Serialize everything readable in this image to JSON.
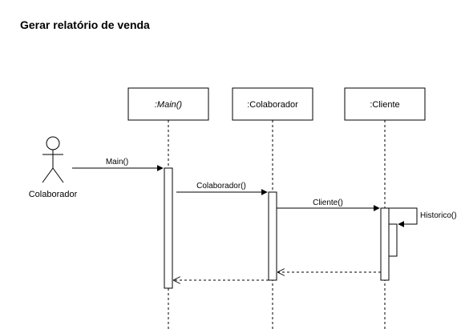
{
  "diagram": {
    "title": "Gerar relatório de venda",
    "actor": {
      "label": "Colaborador"
    },
    "lifelines": [
      {
        "id": "main",
        "label": ":Main()",
        "italic_part": "Main()"
      },
      {
        "id": "colaborador",
        "label": ":Colaborador"
      },
      {
        "id": "cliente",
        "label": ":Cliente"
      }
    ],
    "messages": [
      {
        "id": "m1",
        "label": "Main()",
        "from": "actor",
        "to": "main",
        "kind": "sync"
      },
      {
        "id": "m2",
        "label": "Colaborador()",
        "from": "main",
        "to": "colaborador",
        "kind": "sync"
      },
      {
        "id": "m3",
        "label": "Cliente()",
        "from": "colaborador",
        "to": "cliente",
        "kind": "sync"
      },
      {
        "id": "m4",
        "label": "Historico()",
        "from": "cliente",
        "to": "cliente",
        "kind": "self"
      },
      {
        "id": "r1",
        "label": "",
        "from": "cliente",
        "to": "colaborador",
        "kind": "return"
      },
      {
        "id": "r2",
        "label": "",
        "from": "colaborador",
        "to": "main",
        "kind": "return"
      }
    ],
    "colors": {
      "stroke": "#000000",
      "fill": "#ffffff"
    }
  }
}
